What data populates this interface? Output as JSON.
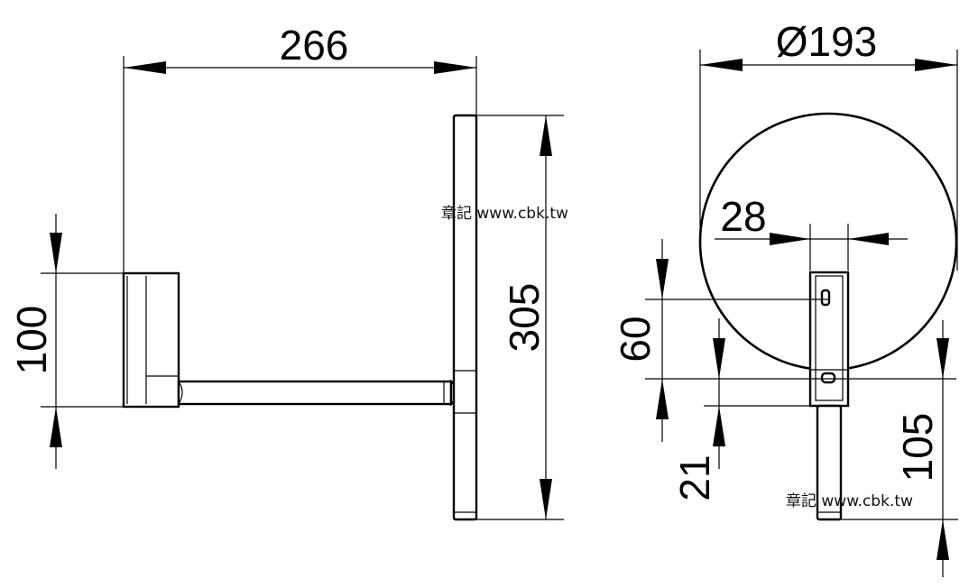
{
  "drawing": {
    "side_view": {
      "width_dim": "266",
      "mount_height_dim": "100",
      "mirror_height_dim": "305",
      "watermark": "章記 www.cbk.tw"
    },
    "front_view": {
      "diameter_dim": "Ø193",
      "arm_width_dim": "28",
      "plate_height_dim": "60",
      "offset_dim": "21",
      "center_height_dim": "105",
      "watermark": "章記 www.cbk.tw"
    }
  }
}
